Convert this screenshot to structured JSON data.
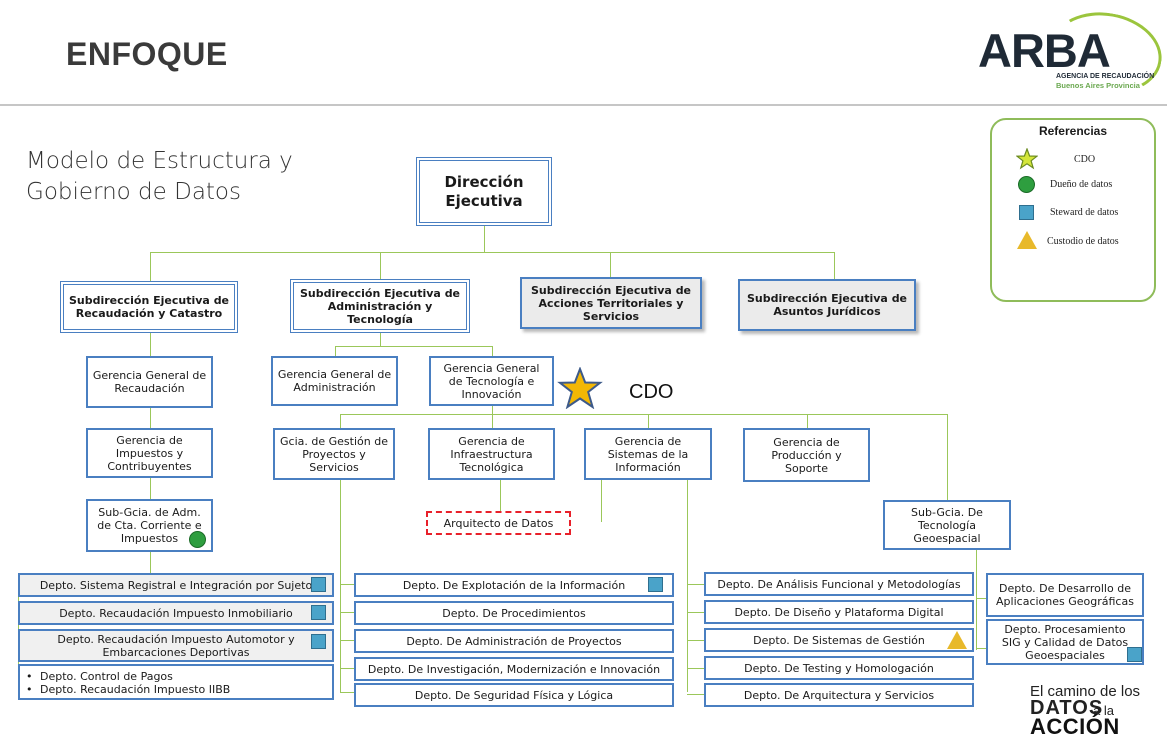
{
  "header": {
    "title": "ENFOQUE",
    "logo_word": "ARBA",
    "logo_line1": "AGENCIA DE RECAUDACIÓN",
    "logo_line2": "Buenos Aires Provincia"
  },
  "subtitle": {
    "line1": "Modelo de Estructura y",
    "line2": "Gobierno de Datos"
  },
  "references": {
    "title": "Referencias",
    "cdo": "CDO",
    "owner": "Dueño de datos",
    "steward": "Steward de datos",
    "custodian": "Custodio de datos"
  },
  "colors": {
    "box_border": "#4a7fc1",
    "connector": "#9bc75a",
    "cdo_star": "#f2b705",
    "owner": "#2e9e3f",
    "steward": "#4aa3c9",
    "custodian": "#e8b92b",
    "architect_border": "#e8202a"
  },
  "org": {
    "top": "Dirección Ejecutiva",
    "sub1": "Subdirección Ejecutiva de Recaudación y Catastro",
    "sub2": "Subdirección Ejecutiva de Administración y Tecnología",
    "sub3": "Subdirección Ejecutiva de Acciones Territoriales y Servicios",
    "sub4": "Subdirección Ejecutiva de Asuntos Jurídicos",
    "gg_recaudacion": "Gerencia General de Recaudación",
    "gg_administracion": "Gerencia General de Administración",
    "gg_tecnologia": "Gerencia General de Tecnología e Innovación",
    "cdo_label": "CDO",
    "g_impuestos": "Gerencia de Impuestos y Contribuyentes",
    "g_proyectos": "Gcia. de Gestión de Proyectos y Servicios",
    "g_infra": "Gerencia de Infraestructura Tecnológica",
    "g_sistemas": "Gerencia de Sistemas de la Información",
    "g_produccion": "Gerencia de Producción y Soporte",
    "sub_gcia_adm": "Sub-Gcia. de Adm. de Cta. Corriente e Impuestos",
    "arquitecto": "Arquitecto de Datos",
    "sub_gcia_geo": "Sub-Gcia. De Tecnología Geoespacial"
  },
  "depts_left": [
    "Depto. Sistema Registral e Integración por Sujeto",
    "Depto. Recaudación Impuesto Inmobiliario",
    "Depto. Recaudación Impuesto Automotor y Embarcaciones Deportivas"
  ],
  "depts_left_bullets": [
    "Depto. Control de Pagos",
    "Depto. Recaudación Impuesto IIBB"
  ],
  "depts_mid": [
    "Depto. De Explotación de la Información",
    "Depto. De Procedimientos",
    "Depto. De Administración de Proyectos",
    "Depto. De Investigación, Modernización e Innovación",
    "Depto. De Seguridad Física y Lógica"
  ],
  "depts_right": [
    "Depto. De Análisis Funcional y Metodologías",
    "Depto. De Diseño y Plataforma Digital",
    "Depto. De Sistemas de Gestión",
    "Depto. De Testing y Homologación",
    "Depto. De Arquitectura y Servicios"
  ],
  "depts_geo": [
    "Depto. De Desarrollo de Aplicaciones Geográficas",
    "Depto. Procesamiento SIG y Calidad de Datos Geoespaciales"
  ],
  "footer": {
    "line1": "El camino de los",
    "line2": "DATOS",
    "line3": "a la",
    "line4": "ACCIÓN"
  }
}
